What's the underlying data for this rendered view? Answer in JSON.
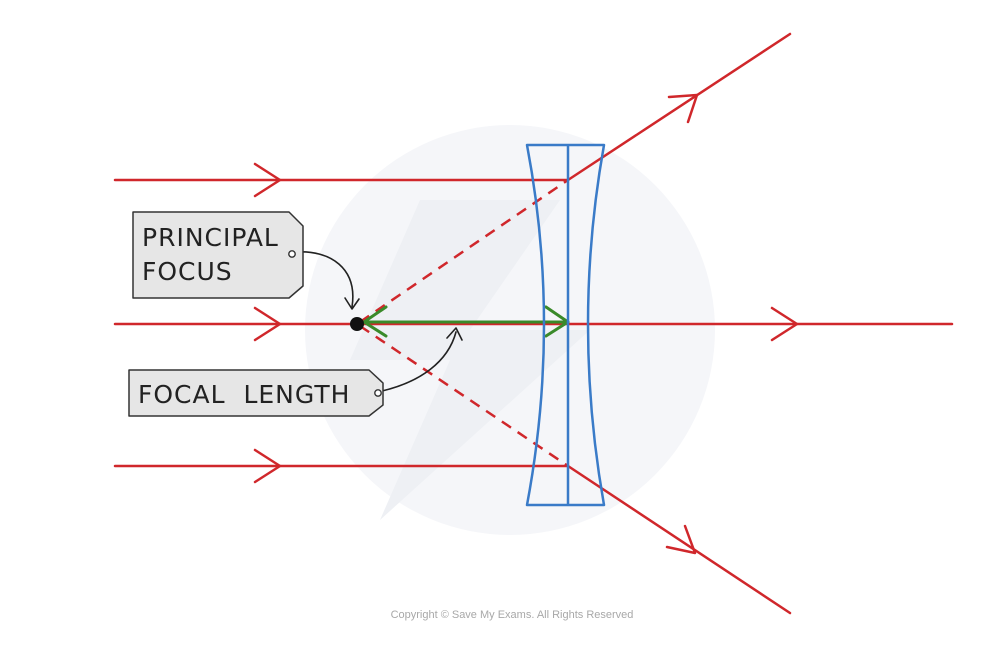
{
  "labels": {
    "principal_focus_line1": "PRINCIPAL",
    "principal_focus_line2": "FOCUS",
    "focal_length": "FOCAL  LENGTH"
  },
  "copyright": "Copyright © Save My Exams. All Rights Reserved",
  "colors": {
    "ray": "#d0272b",
    "lens": "#3a7bc8",
    "focal_arrow": "#3a8a2a",
    "tag_fill": "#e6e6e6",
    "tag_stroke": "#333333",
    "focus_dot": "#111111",
    "watermark": "#f4f5f8"
  },
  "icons": {
    "lens": "diverging-concave-lens-icon",
    "focus": "focus-dot-icon"
  }
}
